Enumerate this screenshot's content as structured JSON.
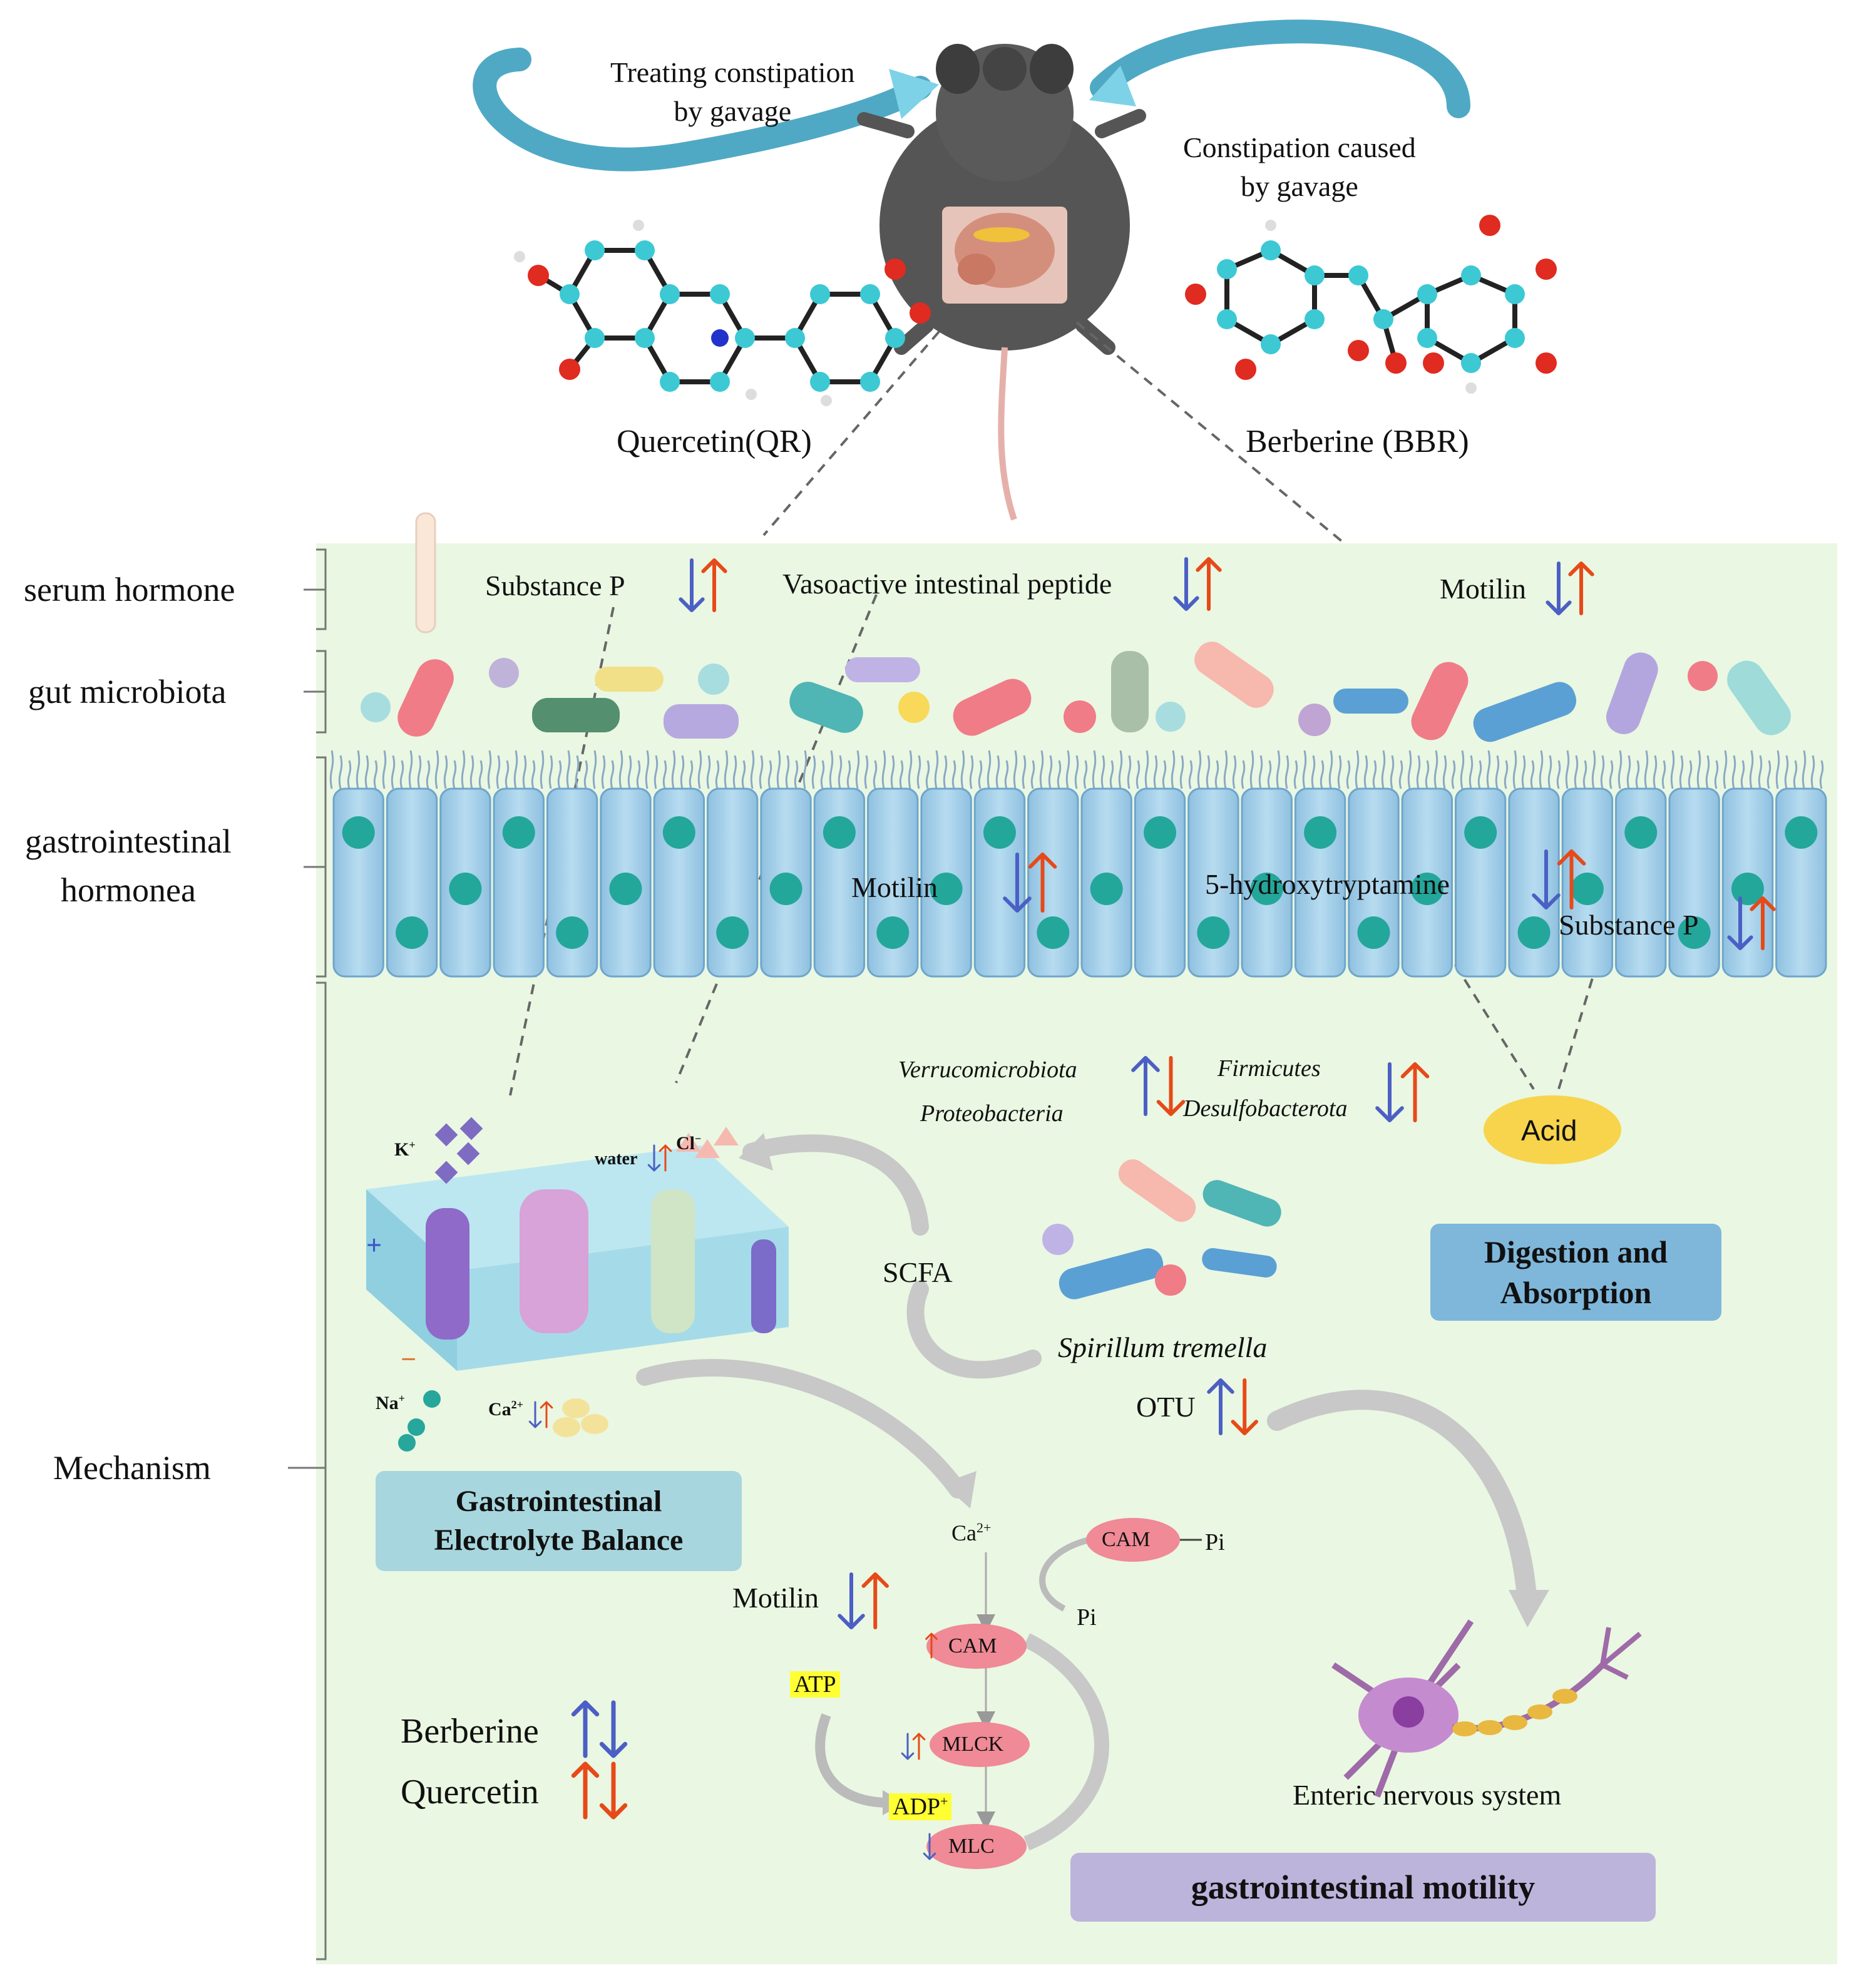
{
  "top": {
    "treat_label": "Treating constipation\nby gavage",
    "cause_label": "Constipation caused\nby gavage",
    "left_compound": "Quercetin(QR)",
    "right_compound": "Berberine (BBR)"
  },
  "rows": {
    "serum": "serum hormone",
    "microbiota": "gut microbiota",
    "gi_hormone": "gastrointestinal\nhormonea",
    "mechanism": "Mechanism"
  },
  "serum_hormones": {
    "substance_p": "Substance P",
    "vip": "Vasoactive intestinal peptide",
    "motilin": "Motilin"
  },
  "epithelium": {
    "motilin": "Motilin",
    "ht5": "5-hydroxytryptamine",
    "substance_p": "Substance P"
  },
  "microbes": {
    "verruco": "Verrucomicrobiota",
    "proteo": "Proteobacteria",
    "firmicutes": "Firmicutes",
    "desulfo": "Desulfobacterota",
    "acid": "Acid",
    "scfa": "SCFA",
    "spirillum": "Spirillum tremella",
    "otu": "OTU"
  },
  "membrane": {
    "k": "K",
    "k_sup": "+",
    "water": "water",
    "cl": "Cl",
    "cl_sup": "−",
    "na": "Na",
    "na_sup": "+",
    "ca": "Ca",
    "ca_sup": "2+",
    "plus": "+",
    "minus": "−"
  },
  "boxes": {
    "digestion": "Digestion and\nAbsorption",
    "electrolyte": "Gastrointestinal\nElectrolyte Balance",
    "motility": "gastrointestinal motility"
  },
  "pathway": {
    "ca": "Ca",
    "ca_sup": "2+",
    "cam_top": "CAM",
    "pi1": "Pi",
    "pi2": "Pi",
    "motilin": "Motilin",
    "cam": "CAM",
    "atp": "ATP",
    "mlck": "MLCK",
    "adp": "ADP",
    "adp_sup": "+",
    "mlc": "MLC"
  },
  "legend": {
    "berberine": "Berberine",
    "quercetin": "Quercetin"
  },
  "neuron_label": "Enteric nervous system",
  "colors": {
    "panel_bg": "#eaf7e2",
    "up_blue": "#4b5fc4",
    "down_blue": "#4b5fc4",
    "red": "#e64a19",
    "cell_fill": "#9fcbe6",
    "nucleus": "#23a79a",
    "digestion_box": "#7fb7da",
    "electrolyte_box": "#a8d6de",
    "motility_box": "#bdb4dc",
    "acid": "#f7d44c",
    "cam_ellipse": "#ef8a96"
  }
}
